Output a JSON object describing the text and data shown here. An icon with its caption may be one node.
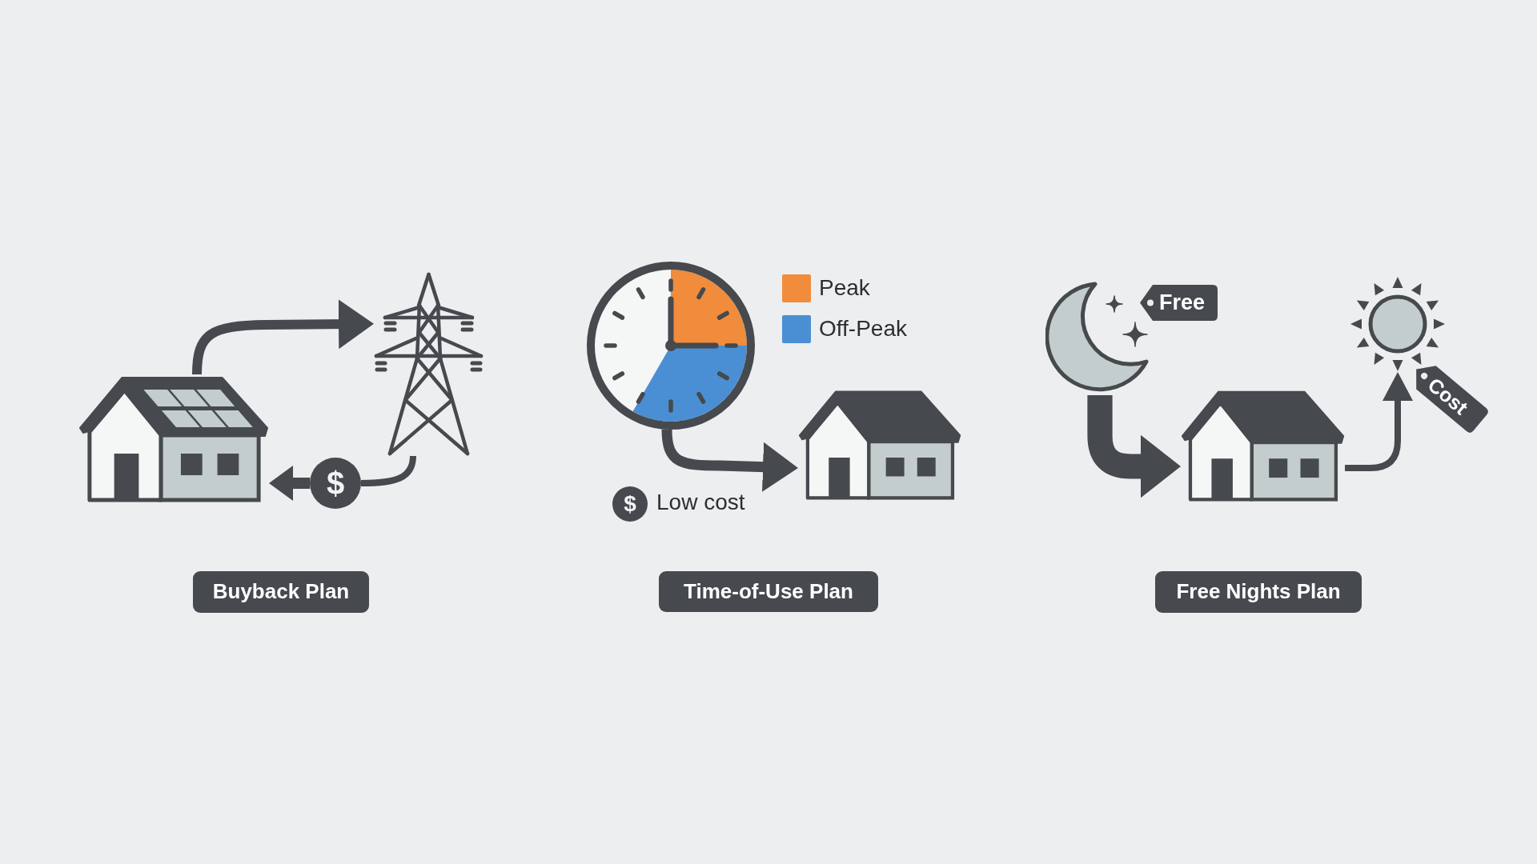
{
  "diagram": {
    "nodes": [
      {
        "text": [],
        "shape": "picture"
      },
      {
        "text": [],
        "shape": "picture"
      },
      {
        "text": [
          "$"
        ]
      },
      {
        "text": [
          "Buyback Plan"
        ]
      },
      {
        "text": [],
        "shape": "picture"
      },
      {
        "text": [],
        "shape": "picture"
      },
      {
        "text": [
          "Time-of-Use Plan"
        ]
      },
      {
        "text": [],
        "shape": "picture"
      },
      {
        "text": [
          "Free"
        ]
      },
      {
        "text": [],
        "shape": "picture"
      },
      {
        "text": [],
        "shape": "picture"
      },
      {
        "text": [
          "Cost"
        ]
      },
      {
        "text": [
          "Free Nights Plan"
        ]
      }
    ],
    "edges": [
      {
        "from": 0,
        "to": 1,
        "arrow": "to"
      },
      {
        "from": 1,
        "to": 2,
        "arrow": "none"
      },
      {
        "from": 2,
        "to": 0,
        "arrow": "to"
      },
      {
        "from": 4,
        "to": 5,
        "arrow": "to"
      },
      {
        "from": 7,
        "to": 9,
        "arrow": "to",
        "style": "thick"
      },
      {
        "from": 9,
        "to": 10,
        "arrow": "to"
      }
    ],
    "labels": [
      "$",
      "Low cost"
    ],
    "legend": [
      {
        "text": "Peak",
        "color": "#f08c3c"
      },
      {
        "text": "Off-Peak",
        "color": "#4a8fd3"
      }
    ]
  }
}
